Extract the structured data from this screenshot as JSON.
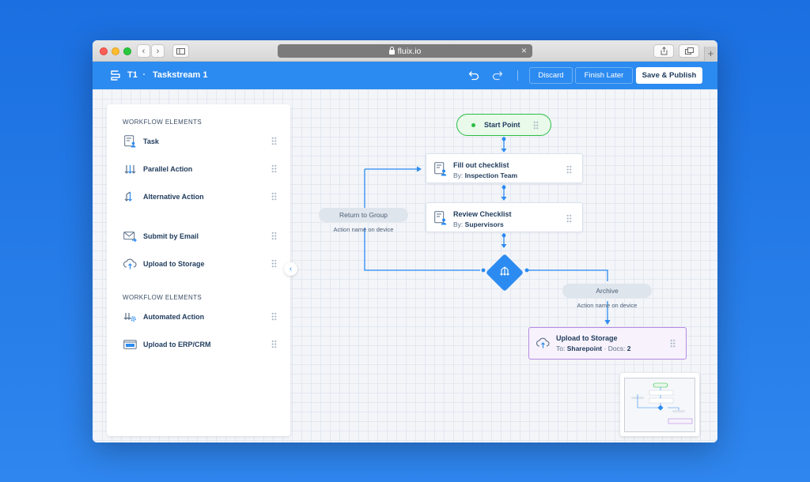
{
  "browser": {
    "url": "fluix.io"
  },
  "header": {
    "code": "T1",
    "title": "Taskstream 1",
    "discard_label": "Discard",
    "finish_later_label": "Finish Later",
    "save_publish_label": "Save & Publish"
  },
  "sidebar": {
    "section1_title": "WORKFLOW ELEMENTS",
    "section2_title": "WORKFLOW ELEMENTS",
    "items": [
      {
        "label": "Task",
        "icon": "task-icon"
      },
      {
        "label": "Parallel Action",
        "icon": "parallel-action-icon"
      },
      {
        "label": "Alternative Action",
        "icon": "alternative-action-icon"
      },
      {
        "label": "Submit by Email",
        "icon": "email-icon"
      },
      {
        "label": "Upload to Storage",
        "icon": "cloud-upload-icon"
      },
      {
        "label": "Automated Action",
        "icon": "automated-action-icon"
      },
      {
        "label": "Upload to ERP/CRM",
        "icon": "http-icon"
      }
    ]
  },
  "flow": {
    "start_label": "Start Point",
    "node1": {
      "title": "Fill out checklist",
      "by_prefix": "By:",
      "by": "Inspection Team"
    },
    "node2": {
      "title": "Review Checklist",
      "by_prefix": "By:",
      "by": "Supervisors"
    },
    "return_label": "Return to Group",
    "return_caption": "Action name on device",
    "archive_label": "Archive",
    "archive_caption": "Action name on device",
    "upload": {
      "title": "Upload to Storage",
      "to_prefix": "To:",
      "to": "Sharepoint",
      "docs_prefix": "· Docs:",
      "docs": "2"
    }
  },
  "colors": {
    "accent": "#2c8bf0",
    "start_border": "#2bbd45",
    "upload_border": "#b78be4"
  }
}
